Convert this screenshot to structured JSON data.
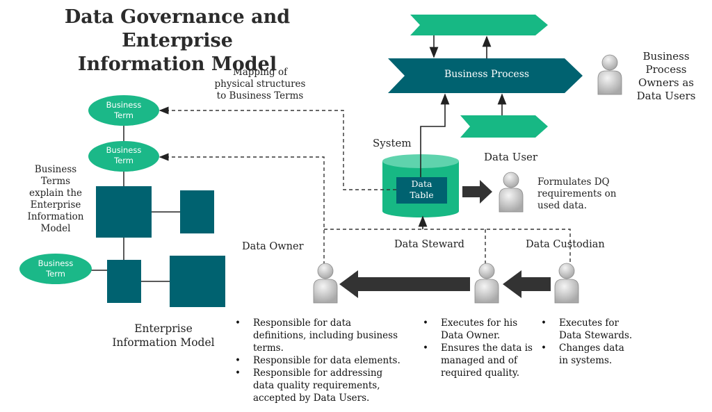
{
  "title_line1": "Data Governance and Enterprise",
  "title_line2": "Information Model",
  "business_process": "Business Process",
  "process_owners": [
    "Business",
    "Process",
    "Owners as",
    "Data Users"
  ],
  "mapping_note": [
    "Mapping of",
    "physical structures",
    "to Business Terms"
  ],
  "business_term": [
    "Business",
    "Term"
  ],
  "terms_explain": [
    "Business",
    "Terms",
    "explain the",
    "Enterprise",
    "Information",
    "Model"
  ],
  "enterprise_model": [
    "Enterprise",
    "Information Model"
  ],
  "system": "System",
  "data_table": [
    "Data",
    "Table"
  ],
  "data_user": "Data User",
  "dq_note": [
    "Formulates DQ",
    "requirements on",
    "used data."
  ],
  "roles": {
    "owner": "Data Owner",
    "steward": "Data Steward",
    "custodian": "Data Custodian"
  },
  "owner_bullets": [
    [
      "Responsible for data",
      "definitions, including business",
      "terms."
    ],
    [
      "Responsible for data elements."
    ],
    [
      "Responsible for addressing",
      "data quality requirements,",
      "accepted by Data Users."
    ]
  ],
  "steward_bullets": [
    [
      "Executes for his",
      "Data Owner."
    ],
    [
      "Ensures the data is",
      "managed and of",
      "required quality."
    ]
  ],
  "custodian_bullets": [
    [
      "Executes for",
      "Data Stewards."
    ],
    [
      "Changes data",
      "in systems."
    ]
  ],
  "colors": {
    "green": "#17b884",
    "teal": "#006270",
    "ellipse": "#1bb888",
    "arrow": "#333333"
  }
}
